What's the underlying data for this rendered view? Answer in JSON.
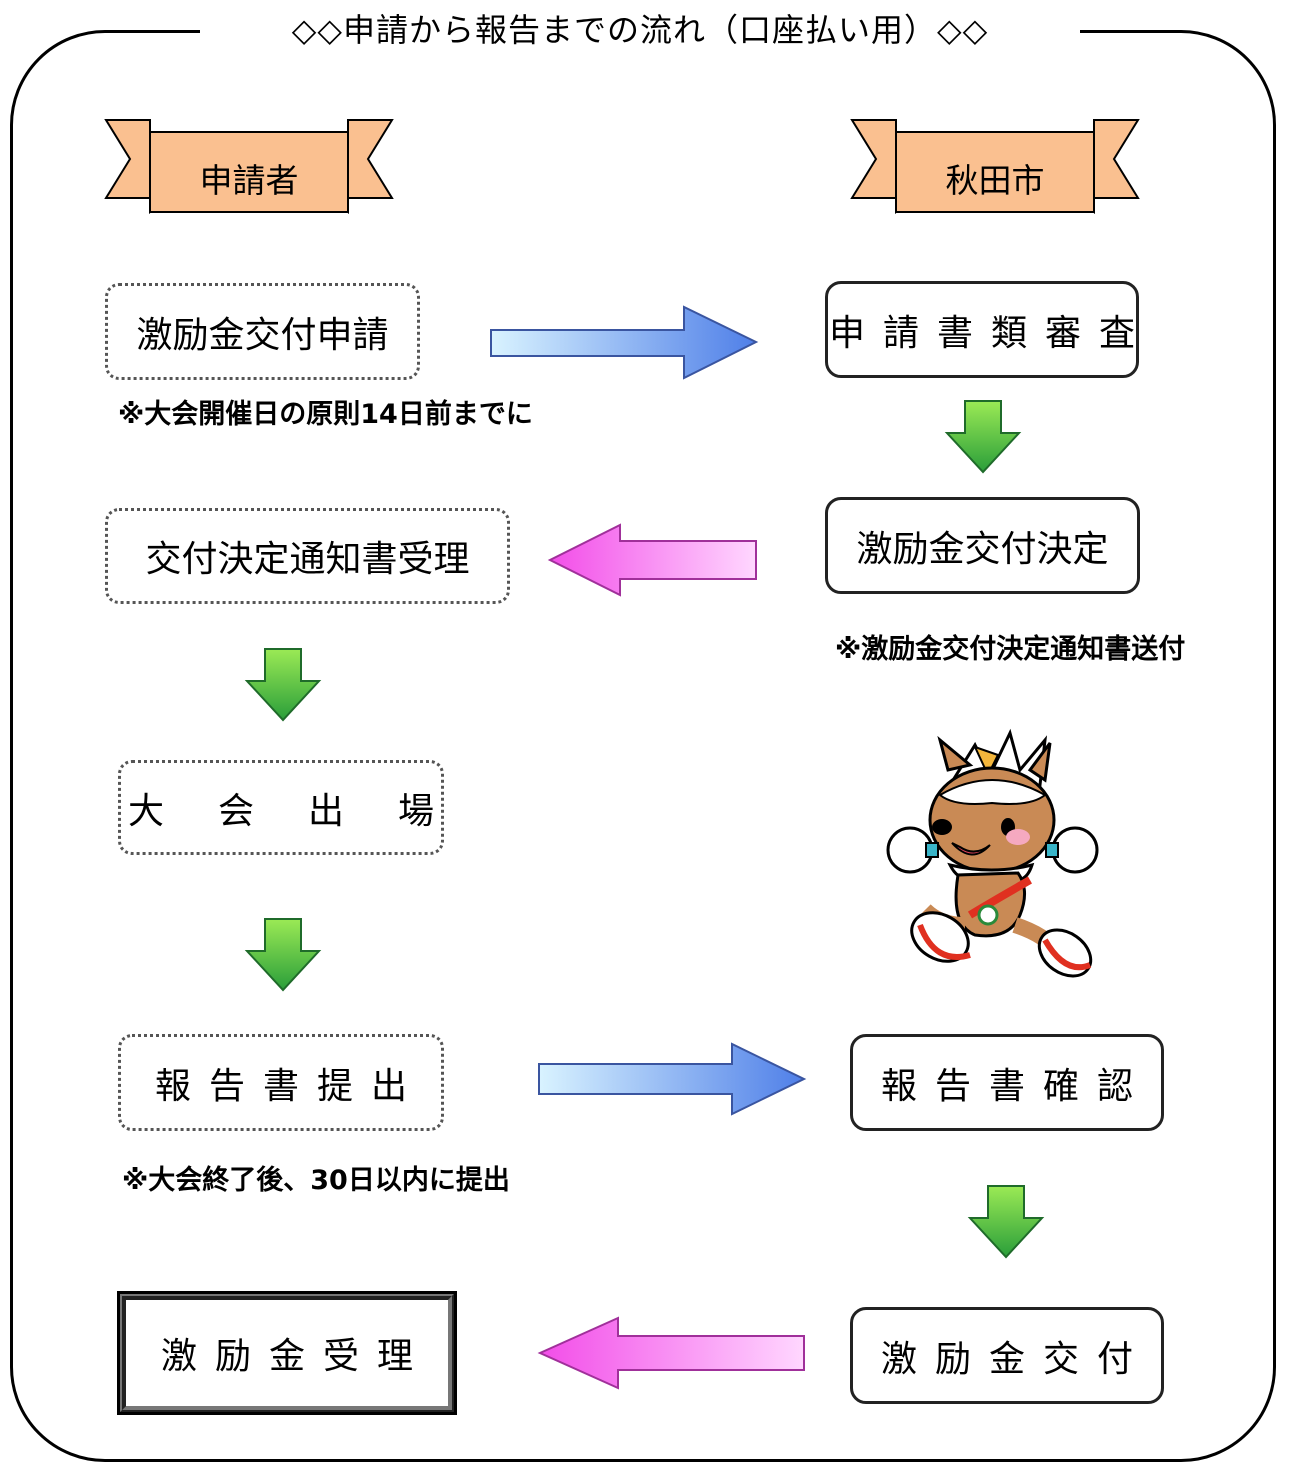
{
  "title": "◇◇申請から報告までの流れ（口座払い用）◇◇",
  "left_header": "申請者",
  "right_header": "秋田市",
  "steps": {
    "apply": "激励金交付申請",
    "review": "申請書類審査",
    "decision": "激励金交付決定",
    "notice_receipt": "交付決定通知書受理",
    "participate": "大会出場",
    "report_submit": "報告書提出",
    "report_check": "報告書確認",
    "payment": "激励金交付",
    "receipt": "激励金受理"
  },
  "notes": {
    "apply_deadline": "※大会開催日の原則14日前までに",
    "notice_sent": "※激励金交付決定通知書送付",
    "report_deadline": "※大会終了後、30日以内に提出"
  },
  "colors": {
    "ribbon_fill": "#fac090",
    "blue_arrow_start": "#d9f3ff",
    "blue_arrow_end": "#4f7fe8",
    "pink_arrow_start": "#ffd7ff",
    "pink_arrow_end": "#f24de8",
    "green_arrow_top": "#9bea55",
    "green_arrow_bottom": "#2a9e3a"
  },
  "mascot_icon": "deer-mascot-running"
}
